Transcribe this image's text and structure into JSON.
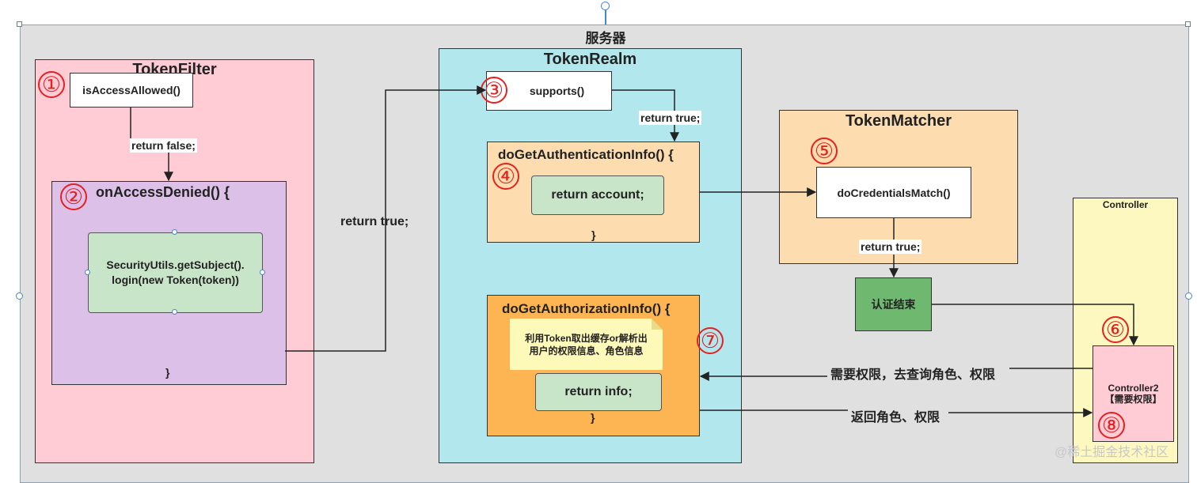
{
  "server": {
    "title": "服务器"
  },
  "token_filter": {
    "title": "TokenFilter",
    "step1": "①",
    "is_access_allowed": "isAccessAllowed()",
    "return_false": "return false;",
    "step2": "②",
    "on_access_denied": "onAccessDenied() {",
    "login_line1": "SecurityUtils.getSubject().",
    "login_line2": "login(new Token(token))",
    "close_brace": "}"
  },
  "token_realm": {
    "title": "TokenRealm",
    "step3": "③",
    "supports": "supports()",
    "return_true": "return true;",
    "auth_info_title": "doGetAuthenticationInfo() {",
    "step4": "④",
    "return_account": "return account;",
    "auth_close": "}",
    "authz_info_title": "doGetAuthorizationInfo() {",
    "note_line1": "利用Token取出缓存or解析出",
    "note_line2": "用户的权限信息、角色信息",
    "return_info": "return info;",
    "authz_close": "}",
    "step7": "⑦"
  },
  "return_true_left": "return true;",
  "token_matcher": {
    "title": "TokenMatcher",
    "step5": "⑤",
    "do_credentials_match": "doCredentialsMatch()",
    "return_true": "return true;"
  },
  "auth_end": "认证结束",
  "controller": {
    "title": "Controller",
    "step6": "⑥",
    "controller2_line1": "Controller2",
    "controller2_line2": "【需要权限】",
    "step8": "⑧"
  },
  "need_permission_label": "需要权限，去查询角色、权限",
  "return_roles_label": "返回角色、权限",
  "watermark": "@稀土掘金技术社区",
  "colors": {
    "token_filter_bg": "#ffccd5",
    "on_access_denied_bg": "#dcc0e8",
    "token_realm_bg": "#b3e7ee",
    "auth_info_bg": "#fddcb0",
    "authz_info_bg": "#fdb553",
    "token_matcher_bg": "#fddcb0",
    "controller_bg": "#fdf8c0",
    "controller2_bg": "#ffccd5",
    "auth_end_bg": "#6fb86f",
    "green_box_bg": "#c9e5c9",
    "note_bg": "#fdf9b8",
    "step_number": "#e52020"
  }
}
